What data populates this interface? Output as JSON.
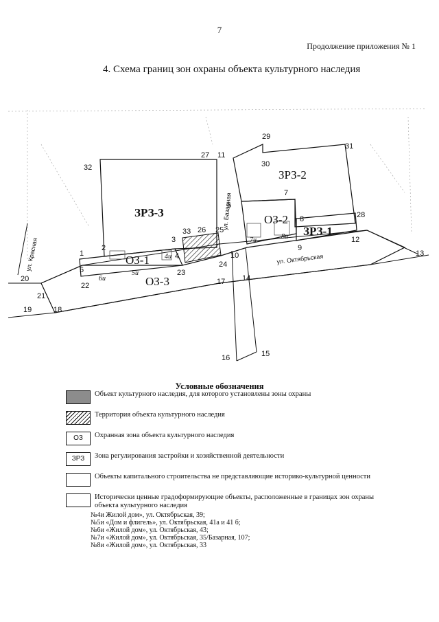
{
  "header": {
    "page_number": "7",
    "continuation": "Продолжение приложения № 1",
    "section_title": "4.  Схема границ зон охраны объекта культурного наследия"
  },
  "map": {
    "zones": {
      "zrz3": "ЗРЗ-3",
      "zrz2": "ЗРЗ-2",
      "zrz1": "ЗРЗ-1",
      "oz1": "ОЗ-1",
      "oz2": "ОЗ-2",
      "oz3": "ОЗ-3"
    },
    "streets": {
      "krasnaya": "ул. Красная",
      "bazarnaya": "ул. Базарная",
      "oktyabrskaya": "ул. Октябрьская"
    },
    "object_labels": [
      "4и",
      "5и",
      "6и",
      "7и",
      "8и"
    ],
    "points": [
      "1",
      "2",
      "3",
      "4",
      "5",
      "6",
      "7",
      "8",
      "9",
      "10",
      "11",
      "12",
      "13",
      "14",
      "15",
      "16",
      "17",
      "18",
      "19",
      "20",
      "21",
      "22",
      "23",
      "24",
      "25",
      "26",
      "27",
      "28",
      "29",
      "30",
      "31",
      "32",
      "33"
    ]
  },
  "legend": {
    "title": "Условные обозначения",
    "items": [
      {
        "symbol": "",
        "text": "Объект культурного наследия, для которого установлены зоны охраны"
      },
      {
        "symbol": "",
        "text": "Территория объекта культурного наследия"
      },
      {
        "symbol": "ОЗ",
        "text": "Охранная зона объекта культурного наследия"
      },
      {
        "symbol": "ЗРЗ",
        "text": "Зона регулирования застройки и хозяйственной деятельности"
      },
      {
        "symbol": "",
        "text": "Объекты капитального строительства не представляющие историко-культурной ценности"
      },
      {
        "symbol": "",
        "text": "Исторически ценные градоформирующие объекты, расположенные в границах зон охраны объекта культурного наследия"
      }
    ]
  },
  "notes": [
    "№4и Жилой дом», ул. Октябрьская, 39;",
    "№5и «Дом и флигель», ул. Октябрьская, 41а и 41 б;",
    "№6и «Жилой дом», ул. Октябрьская, 43;",
    "№7и «Жилой дом», ул. Октябрьская, 35/Базарная, 107;",
    "№8и «Жилой дом», ул. Октябрьская, 33"
  ]
}
